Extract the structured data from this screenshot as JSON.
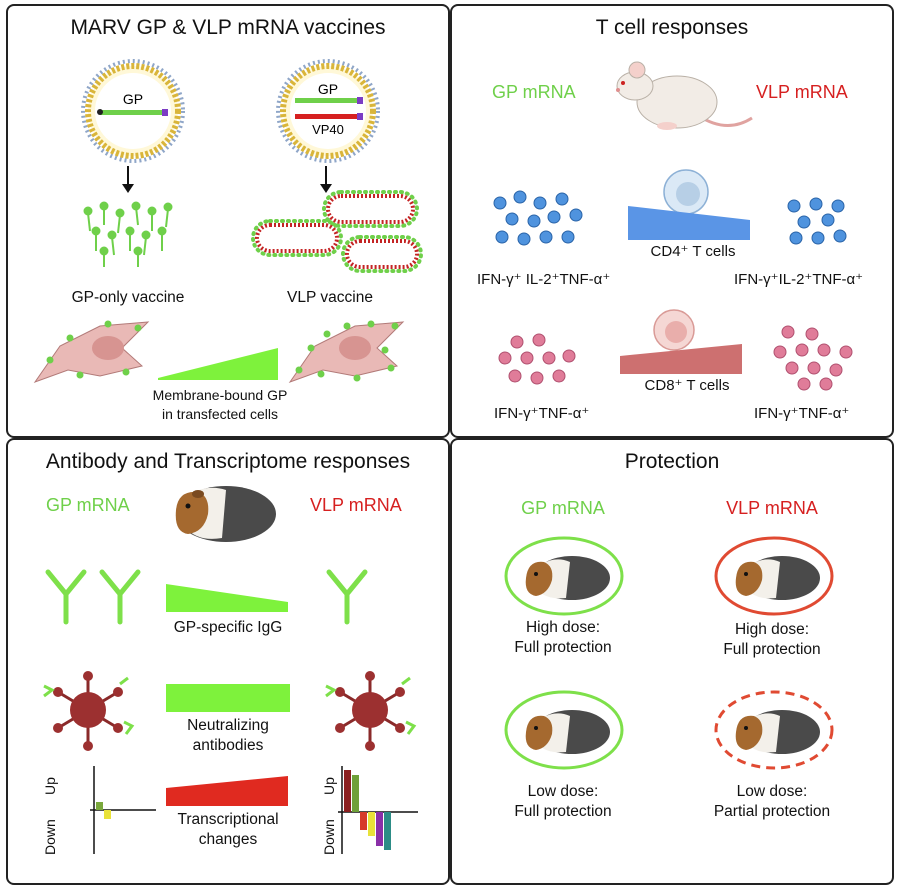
{
  "panel1": {
    "title": "MARV GP & VLP mRNA vaccines",
    "gp_construct": "GP",
    "vlp_construct_gp": "GP",
    "vlp_construct_vp40": "VP40",
    "gp_vaccine_label": "GP-only vaccine",
    "vlp_vaccine_label": "VLP vaccine",
    "membrane_label_1": "Membrane-bound GP",
    "membrane_label_2": "in transfected cells"
  },
  "panel2": {
    "title": "T cell responses",
    "gp_mrna": "GP mRNA",
    "vlp_mrna": "VLP mRNA",
    "cd4_cells": "CD4⁺ T cells",
    "cd8_cells": "CD8⁺ T cells",
    "cd4_left": "IFN-γ⁺ IL-2⁺TNF-α⁺",
    "cd4_right": "IFN-γ⁺IL-2⁺TNF-α⁺",
    "cd8_left": "IFN-γ⁺TNF-α⁺",
    "cd8_right": "IFN-γ⁺TNF-α⁺"
  },
  "panel3": {
    "title": "Antibody and Transcriptome responses",
    "gp_mrna": "GP mRNA",
    "vlp_mrna": "VLP mRNA",
    "igg_label": "GP-specific IgG",
    "neut_label_1": "Neutralizing",
    "neut_label_2": "antibodies",
    "trans_label_1": "Transcriptional",
    "trans_label_2": "changes",
    "axis_up": "Up",
    "axis_down": "Down"
  },
  "panel4": {
    "title": "Protection",
    "gp_mrna": "GP mRNA",
    "vlp_mrna": "VLP mRNA",
    "gp_high_1": "High dose:",
    "gp_high_2": "Full protection",
    "vlp_high_1": "High dose:",
    "vlp_high_2": "Full protection",
    "gp_low_1": "Low dose:",
    "gp_low_2": "Full protection",
    "vlp_low_1": "Low dose:",
    "vlp_low_2": "Partial protection"
  },
  "colors": {
    "gp_green": "#6fd04a",
    "vlp_red": "#d62020",
    "cd4_blue": "#4f93de",
    "cd8_pink": "#d4728a",
    "cell_pink": "#e9b9b6"
  }
}
